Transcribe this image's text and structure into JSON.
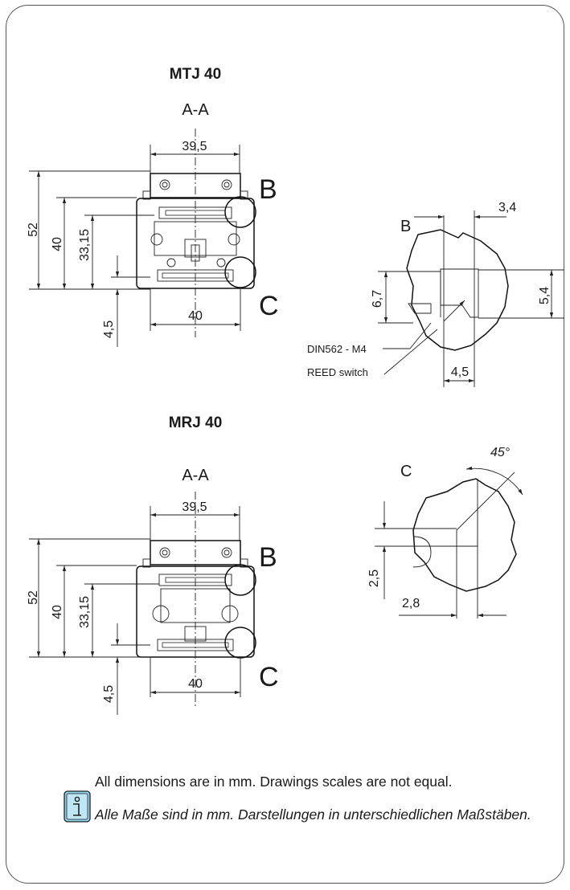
{
  "sections": {
    "mtj": {
      "title": "MTJ 40",
      "view": "A-A",
      "dim_top_width": "39,5",
      "dim_bottom_width": "40",
      "dim_height_total": "52",
      "dim_height_body": "40",
      "dim_height_axis": "33,15",
      "dim_offset": "4,5",
      "marker_b": "B",
      "marker_c": "C"
    },
    "mrj": {
      "title": "MRJ 40",
      "view": "A-A",
      "dim_top_width": "39,5",
      "dim_bottom_width": "40",
      "dim_height_total": "52",
      "dim_height_body": "40",
      "dim_height_axis": "33,15",
      "dim_offset": "4,5",
      "marker_b": "B",
      "marker_c": "C"
    }
  },
  "detail_b": {
    "label": "B",
    "dim_top": "3,4",
    "dim_left": "6,7",
    "dim_right": "5,4",
    "dim_bottom": "4,5",
    "callout_thread": "DIN562 - M4",
    "callout_switch": "REED switch"
  },
  "detail_c": {
    "label": "C",
    "angle": "45°",
    "dim_left": "2,5",
    "dim_bottom": "2,8"
  },
  "notes": {
    "english": "All dimensions are in mm. Drawings scales are not equal.",
    "german": "Alle Maße sind in mm. Darstellungen in unterschiedlichen Maßstäben."
  },
  "colors": {
    "info_icon": "#8fd0ea",
    "stroke": "#222222",
    "frame": "#555555"
  },
  "icons": {
    "info": "info-icon"
  }
}
